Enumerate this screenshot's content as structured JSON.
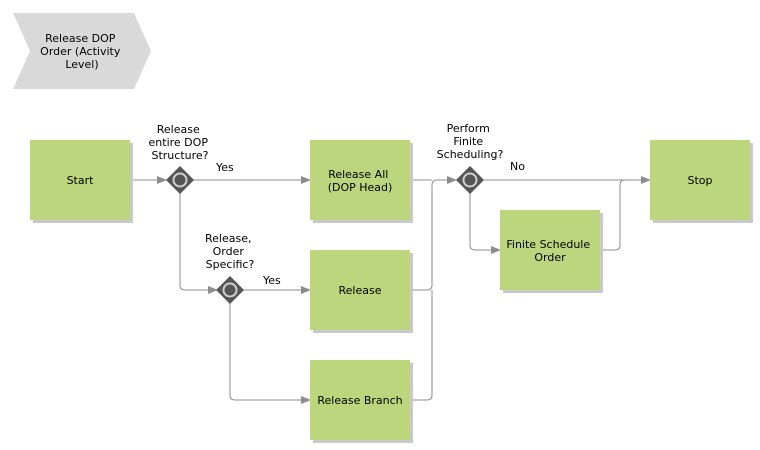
{
  "process_title": [
    "Release DOP",
    "Order (Activity",
    "Level)"
  ],
  "nodes": {
    "start": [
      "Start"
    ],
    "release_all": [
      "Release All",
      "(DOP Head)"
    ],
    "release": [
      "Release"
    ],
    "release_branch": [
      "Release Branch"
    ],
    "finite_schedule": [
      "Finite Schedule",
      "Order"
    ],
    "stop": [
      "Stop"
    ]
  },
  "gateways": {
    "release_entire": [
      "Release",
      "entire DOP",
      "Structure?"
    ],
    "release_order": [
      "Release,",
      "Order",
      "Specific?"
    ],
    "perform_finite": [
      "Perform",
      "Finite",
      "Scheduling?"
    ]
  },
  "edge_labels": {
    "yes_1": "Yes",
    "yes_2": "Yes",
    "no_1": "No"
  },
  "colors": {
    "activity_fill": "#bcd67d",
    "activity_shadow": "#c9c9c9",
    "chevron_fill": "#d9d9d9",
    "gateway_fill": "#555555",
    "gateway_ring": "#d0d0d0",
    "connector": "#8c8c8c"
  }
}
